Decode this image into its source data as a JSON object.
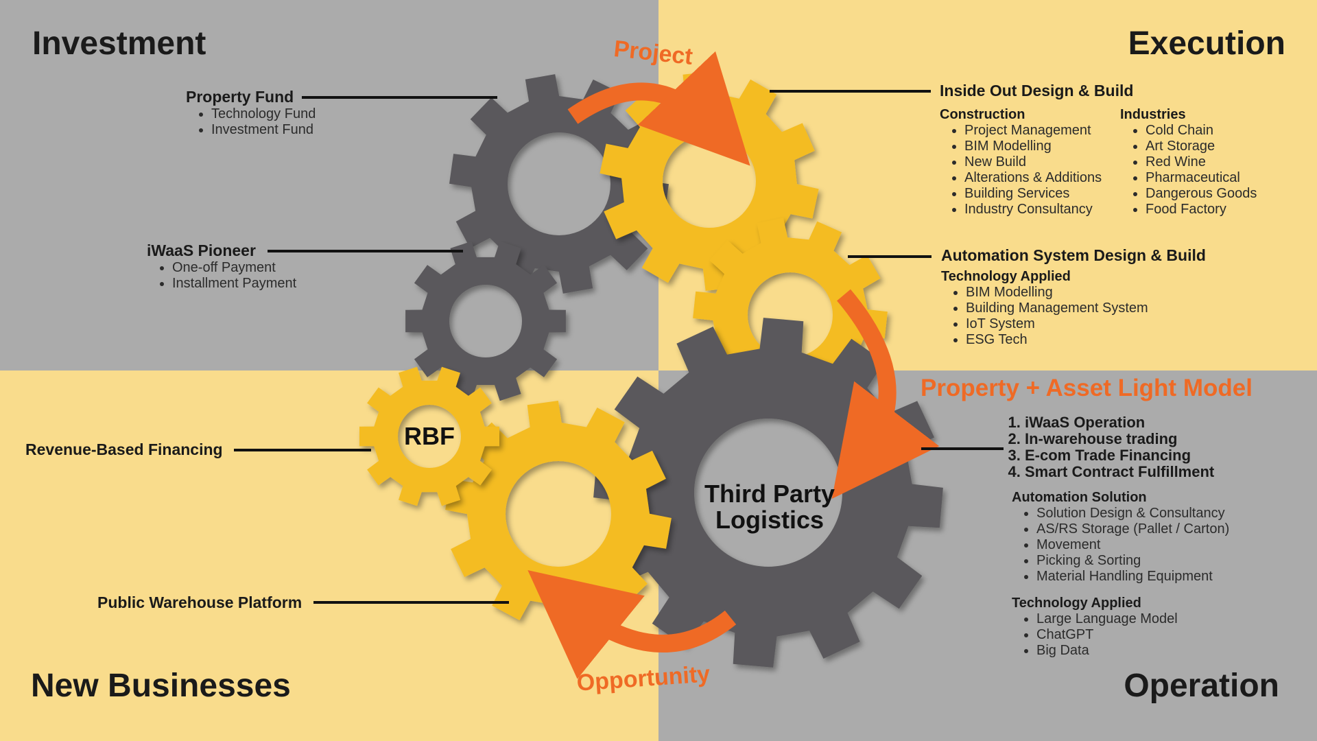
{
  "quadrants": {
    "investment": "Investment",
    "execution": "Execution",
    "new_businesses": "New Businesses",
    "operation": "Operation"
  },
  "investment": {
    "property_fund": {
      "title": "Property Fund",
      "items": [
        "Technology Fund",
        "Investment Fund"
      ]
    },
    "iwaas_pioneer": {
      "title": "iWaaS Pioneer",
      "items": [
        "One-off Payment",
        "Installment Payment"
      ]
    }
  },
  "execution": {
    "inside_out": {
      "title": "Inside Out Design & Build",
      "construction": {
        "title": "Construction",
        "items": [
          "Project Management",
          "BIM Modelling",
          "New Build",
          "Alterations & Additions",
          "Building Services",
          "Industry Consultancy"
        ]
      },
      "industries": {
        "title": "Industries",
        "items": [
          "Cold Chain",
          "Art Storage",
          "Red Wine",
          "Pharmaceutical",
          "Dangerous Goods",
          "Food Factory"
        ]
      }
    },
    "automation": {
      "title": "Automation System Design & Build",
      "tech": {
        "title": "Technology Applied",
        "items": [
          "BIM Modelling",
          "Building Management System",
          "IoT System",
          "ESG Tech"
        ]
      }
    }
  },
  "new_businesses": {
    "rbf": "Revenue-Based Financing",
    "public_warehouse": "Public Warehouse Platform"
  },
  "operation": {
    "model_title": "Property + Asset Light Model",
    "numbered": [
      "iWaaS Operation",
      "In-warehouse trading",
      "E-com Trade Financing",
      "Smart Contract Fulfillment"
    ],
    "automation_solution": {
      "title": "Automation Solution",
      "items": [
        "Solution Design & Consultancy",
        "AS/RS Storage (Pallet / Carton)",
        "Movement",
        "Picking & Sorting",
        "Material Handling Equipment"
      ]
    },
    "tech": {
      "title": "Technology Applied",
      "items": [
        "Large Language Model",
        "ChatGPT",
        "Big Data"
      ]
    }
  },
  "gears": {
    "rbf_label": "RBF",
    "tpl_line1": "Third Party",
    "tpl_line2": "Logistics"
  },
  "arrows": {
    "project": "Project",
    "opportunity": "Opportunity"
  },
  "colors": {
    "gray_bg": "#ababab",
    "yellow_bg": "#f9dc8c",
    "gear_gray": "#5a595b",
    "gear_yellow": "#f4bc22",
    "accent_orange": "#ef6a25"
  }
}
